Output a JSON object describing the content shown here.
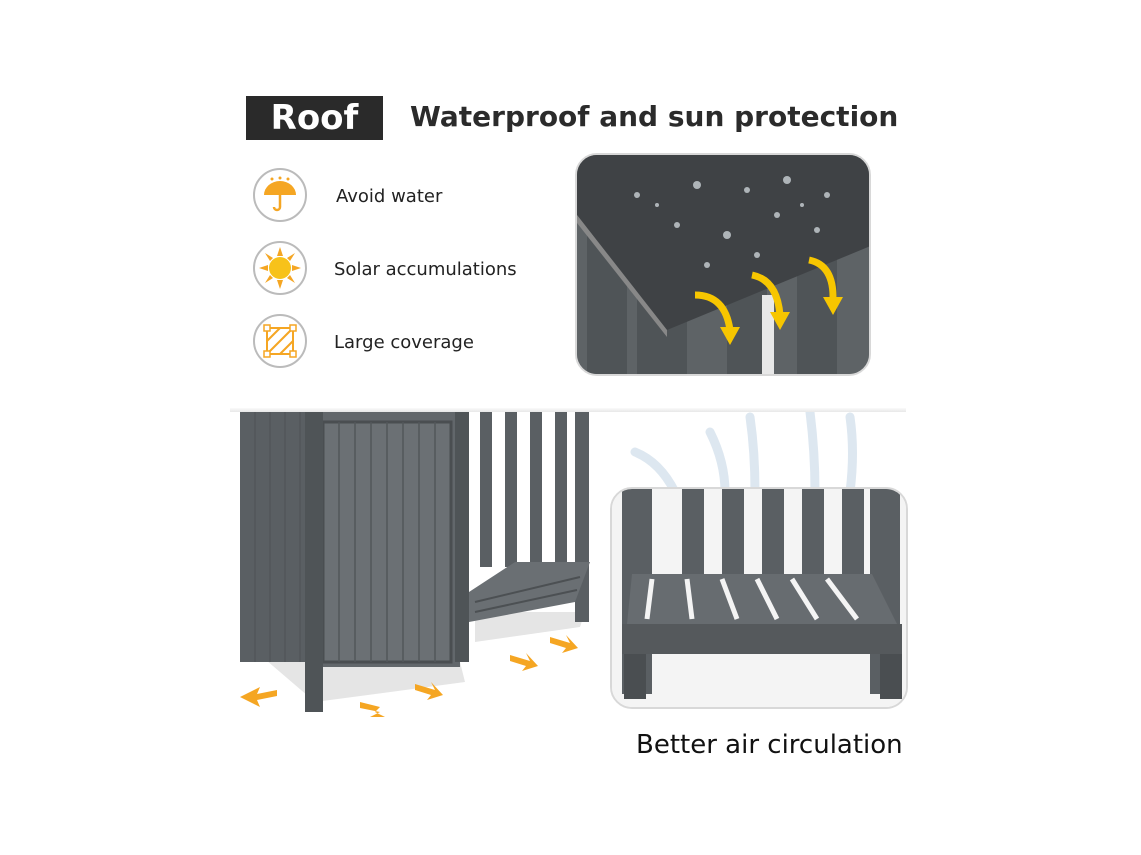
{
  "header": {
    "badge": "Roof",
    "title": "Waterproof and sun protection"
  },
  "features": [
    {
      "icon": "umbrella-icon",
      "label": "Avoid water"
    },
    {
      "icon": "sun-icon",
      "label": "Solar accumulations"
    },
    {
      "icon": "coverage-icon",
      "label": "Large coverage"
    }
  ],
  "caption": "Better air circulation",
  "colors": {
    "accent": "#f5a623",
    "wood": "#5a5f63",
    "badge": "#2a2a2a"
  }
}
